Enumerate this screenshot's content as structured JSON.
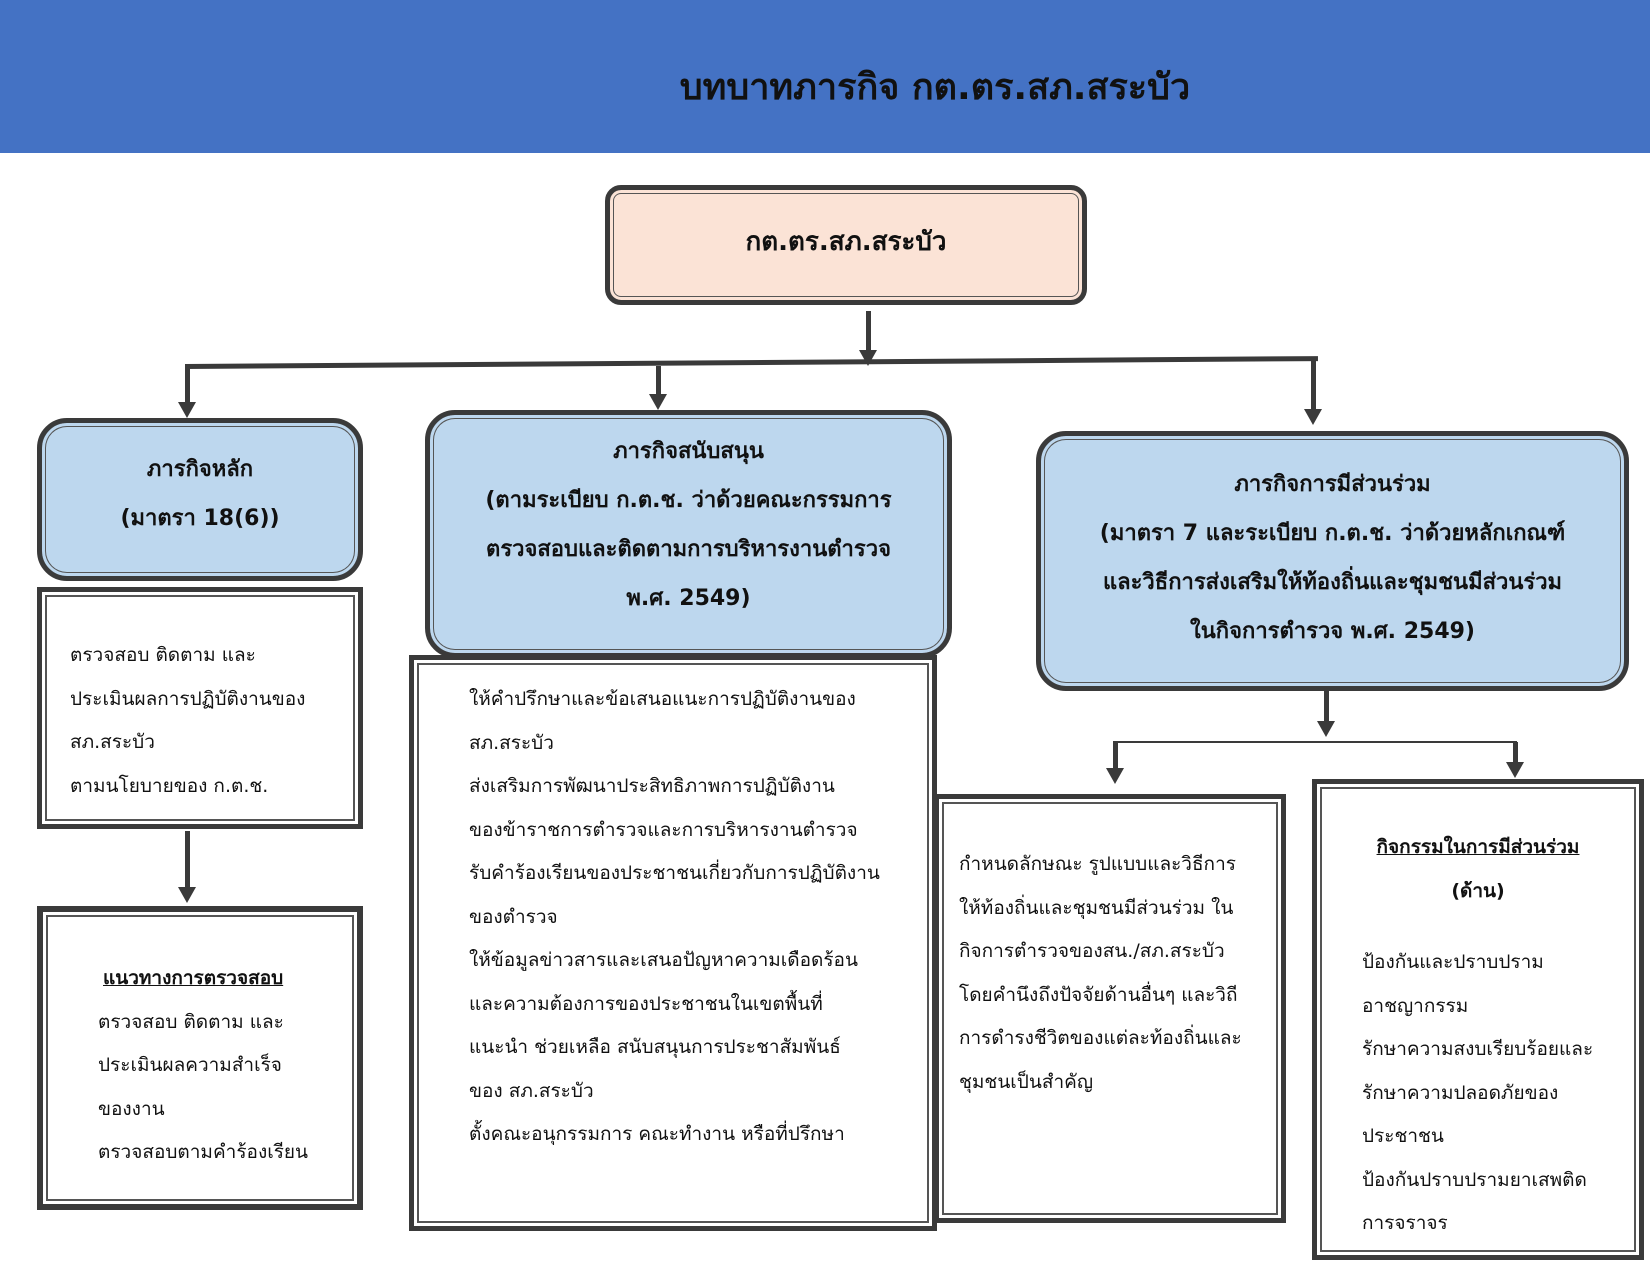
{
  "header": {
    "title": "บทบาทภารกิจ กต.ตร.สภ.สระบัว"
  },
  "root": {
    "label": "กต.ตร.สภ.สระบัว"
  },
  "main_mission": {
    "title": "ภารกิจหลัก",
    "subtitle": "(มาตรา 18(6))",
    "details": [
      "ตรวจสอบ ติดตาม และ",
      "ประเมินผลการปฏิบัติงานของ",
      "สภ.สระบัว",
      "ตามนโยบายของ ก.ต.ช."
    ],
    "guideline_title": "แนวทางการตรวจสอบ",
    "guidelines": [
      "ตรวจสอบ ติดตาม และ",
      "ประเมินผลความสำเร็จ",
      "ของงาน",
      "ตรวจสอบตามคำร้องเรียน"
    ]
  },
  "support_mission": {
    "title": "ภารกิจสนับสนุน",
    "subtitle_lines": [
      "(ตามระเบียบ ก.ต.ช. ว่าด้วยคณะกรรมการ",
      "ตรวจสอบและติดตามการบริหารงานตำรวจ",
      "พ.ศ. 2549)"
    ],
    "details": [
      "ให้คำปรึกษาและข้อเสนอแนะการปฏิบัติงานของ",
      "สภ.สระบัว",
      "ส่งเสริมการพัฒนาประสิทธิภาพการปฏิบัติงาน",
      "ของข้าราชการตำรวจและการบริหารงานตำรวจ",
      "รับคำร้องเรียนของประชาชนเกี่ยวกับการปฏิบัติงาน",
      "ของตำรวจ",
      "ให้ข้อมูลข่าวสารและเสนอปัญหาความเดือดร้อน",
      "และความต้องการของประชาชนในเขตพื้นที่",
      "แนะนำ ช่วยเหลือ สนับสนุนการประชาสัมพันธ์",
      "ของ สภ.สระบัว",
      "ตั้งคณะอนุกรรมการ คณะทำงาน หรือที่ปรึกษา"
    ]
  },
  "participation_mission": {
    "title": "ภารกิจการมีส่วนร่วม",
    "subtitle_lines": [
      "(มาตรา 7 และระเบียบ ก.ต.ช. ว่าด้วยหลักเกณฑ์",
      "และวิธีการส่งเสริมให้ท้องถิ่นและชุมชนมีส่วนร่วม",
      "ในกิจการตำรวจ พ.ศ. 2549)"
    ],
    "details": [
      "กำหนดลักษณะ รูปแบบและวิธีการ",
      "ให้ท้องถิ่นและชุมชนมีส่วนร่วม   ใน",
      "กิจการตำรวจของสน./สภ.สระบัว",
      "โดยคำนึงถึงปัจจัยด้านอื่นๆ  และวิถี",
      "การดำรงชีวิตของแต่ละท้องถิ่นและ",
      "ชุมชนเป็นสำคัญ"
    ],
    "activities_title": "กิจกรรมในการมีส่วนร่วม",
    "activities_subtitle": "(ด้าน)",
    "activities": [
      "ป้องกันและปราบปราม",
      "อาชญากรรม",
      "รักษาความสงบเรียบร้อยและ",
      "รักษาความปลอดภัยของ",
      "ประชาชน",
      "ป้องกันปราบปรามยาเสพติด",
      "การจราจร"
    ]
  }
}
